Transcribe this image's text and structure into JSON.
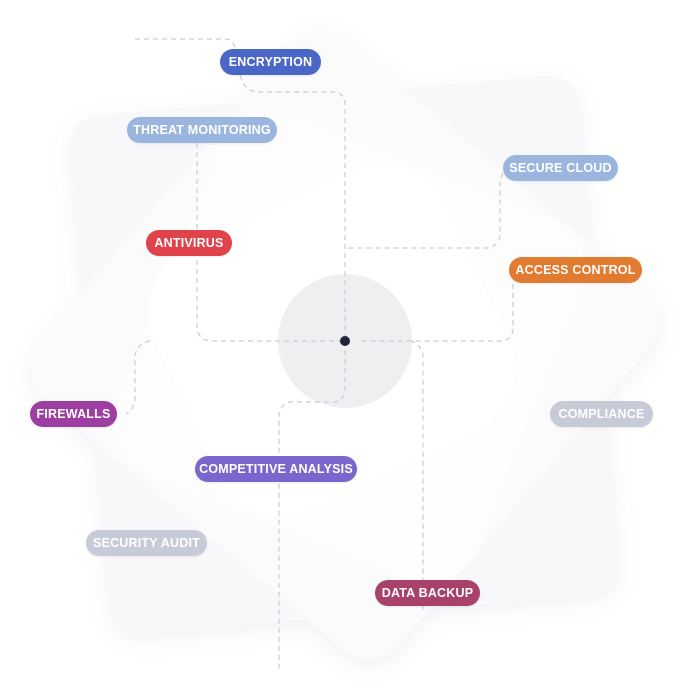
{
  "diagram": {
    "center_node_color": "#1f2536",
    "nodes": [
      {
        "id": "encryption",
        "label": "ENCRYPTION",
        "color": "#4a67c8"
      },
      {
        "id": "threat-monitoring",
        "label": "THREAT MONITORING",
        "color": "#9ab6de"
      },
      {
        "id": "secure-cloud",
        "label": "SECURE CLOUD",
        "color": "#9ab6de"
      },
      {
        "id": "antivirus",
        "label": "ANTIVIRUS",
        "color": "#e0434a"
      },
      {
        "id": "access-control",
        "label": "ACCESS CONTROL",
        "color": "#e07b30"
      },
      {
        "id": "firewalls",
        "label": "FIREWALLS",
        "color": "#9c3fa0"
      },
      {
        "id": "compliance",
        "label": "COMPLIANCE",
        "color": "#c7cbd8"
      },
      {
        "id": "competitive-analysis",
        "label": "COMPETITIVE ANALYSIS",
        "color": "#7a66cc"
      },
      {
        "id": "security-audit",
        "label": "SECURITY AUDIT",
        "color": "#c7cbd8"
      },
      {
        "id": "data-backup",
        "label": "DATA BACKUP",
        "color": "#a8426a"
      }
    ]
  }
}
